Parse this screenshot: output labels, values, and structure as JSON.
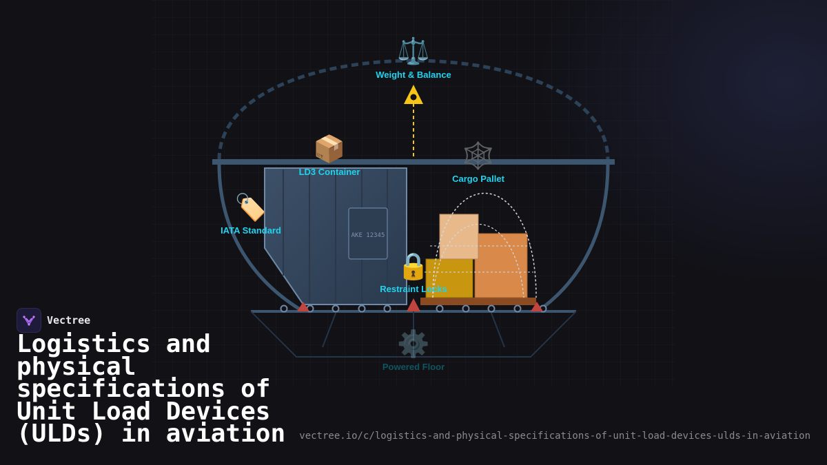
{
  "diagram": {
    "nodes": [
      {
        "id": "weight",
        "label": "Weight & Balance",
        "icon": "balance-scale-icon",
        "glyph": "⚖️"
      },
      {
        "id": "ld3",
        "label": "LD3 Container",
        "icon": "package-icon",
        "glyph": "📦"
      },
      {
        "id": "pallet",
        "label": "Cargo Pallet",
        "icon": "net-icon",
        "glyph": "🕸️"
      },
      {
        "id": "iata",
        "label": "IATA Standard",
        "icon": "tag-icon",
        "glyph": "🏷️"
      },
      {
        "id": "locks",
        "label": "Restraint Locks",
        "icon": "lock-icon",
        "glyph": "🔒"
      },
      {
        "id": "floor",
        "label": "Powered Floor",
        "icon": "gear-icon",
        "glyph": "⚙️"
      }
    ],
    "container_tag": "AKE 12345"
  },
  "brand": {
    "name": "Vectree"
  },
  "title": "Logistics and physical specifications of Unit Load Devices (ULDs) in aviation",
  "url": "vectree.io/c/logistics-and-physical-specifications-of-unit-load-devices-ulds-in-aviation",
  "colors": {
    "accent": "#22d3ee",
    "fuselage": "#3d5670",
    "warning": "#f5c518",
    "box_orange": "#d98a4a",
    "box_gold": "#c8960f",
    "box_light": "#e8b98a",
    "lock_red": "#c0453f"
  }
}
